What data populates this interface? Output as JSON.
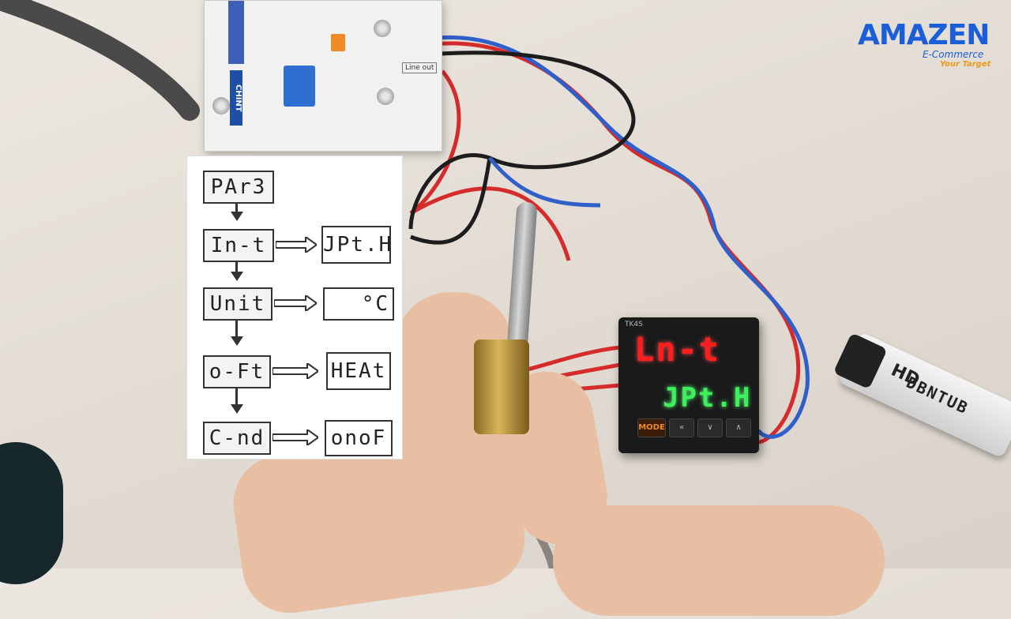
{
  "logo": {
    "main": "AMAZEN",
    "sub": "E-Commerce",
    "tagline": "Your Target"
  },
  "breaker": {
    "brand": "CHINT",
    "line_out": "Line out"
  },
  "controller": {
    "model": "TK4S",
    "display_top": "Ln-t",
    "display_bottom": "JPt.H",
    "mode_button": "MODE"
  },
  "lighter": {
    "hd": "HD",
    "text": "DBNTUB"
  },
  "flowchart": {
    "steps": [
      {
        "label": "PAr3",
        "value": ""
      },
      {
        "label": "In-t",
        "value": "JPt.H"
      },
      {
        "label": "Unit",
        "value": "°C"
      },
      {
        "label": "o-Ft",
        "value": "HEAt"
      },
      {
        "label": "C-nd",
        "value": "onoF"
      }
    ]
  },
  "colors": {
    "logo_blue": "#1a5ed8",
    "logo_orange": "#e89b18",
    "display_red": "#ff1e1e",
    "display_green": "#3ef05c"
  }
}
